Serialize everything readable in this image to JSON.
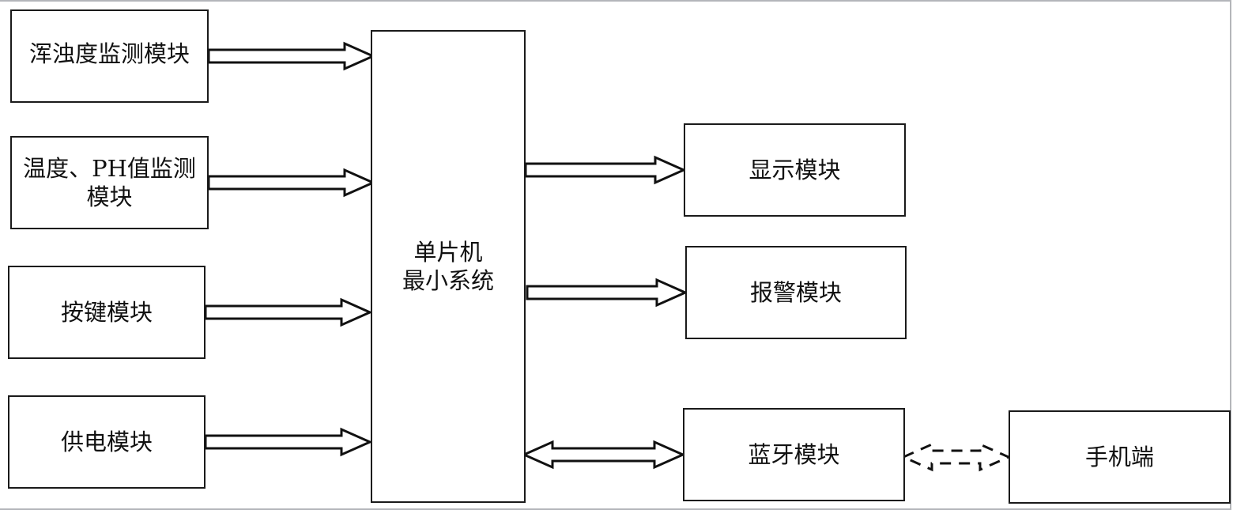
{
  "diagram": {
    "title": "",
    "nodes": [
      {
        "id": "turbidity",
        "label": "浑浊度监测模块"
      },
      {
        "id": "temp_ph",
        "label": "温度、PH值监测\n模块"
      },
      {
        "id": "keys",
        "label": "按键模块"
      },
      {
        "id": "power",
        "label": "供电模块"
      },
      {
        "id": "mcu",
        "label": "单片机\n最小系统"
      },
      {
        "id": "display",
        "label": "显示模块"
      },
      {
        "id": "alarm",
        "label": "报警模块"
      },
      {
        "id": "bluetooth",
        "label": "蓝牙模块"
      },
      {
        "id": "phone",
        "label": "手机端"
      }
    ],
    "edges": [
      {
        "from": "turbidity",
        "to": "mcu",
        "style": "hollow-arrow",
        "direction": "one-way"
      },
      {
        "from": "temp_ph",
        "to": "mcu",
        "style": "hollow-arrow",
        "direction": "one-way"
      },
      {
        "from": "keys",
        "to": "mcu",
        "style": "hollow-arrow",
        "direction": "one-way"
      },
      {
        "from": "power",
        "to": "mcu",
        "style": "hollow-arrow",
        "direction": "one-way"
      },
      {
        "from": "mcu",
        "to": "display",
        "style": "hollow-arrow",
        "direction": "one-way"
      },
      {
        "from": "mcu",
        "to": "alarm",
        "style": "hollow-arrow",
        "direction": "one-way"
      },
      {
        "from": "mcu",
        "to": "bluetooth",
        "style": "hollow-arrow",
        "direction": "two-way"
      },
      {
        "from": "bluetooth",
        "to": "phone",
        "style": "dashed-hollow-arrow",
        "direction": "two-way"
      }
    ]
  }
}
